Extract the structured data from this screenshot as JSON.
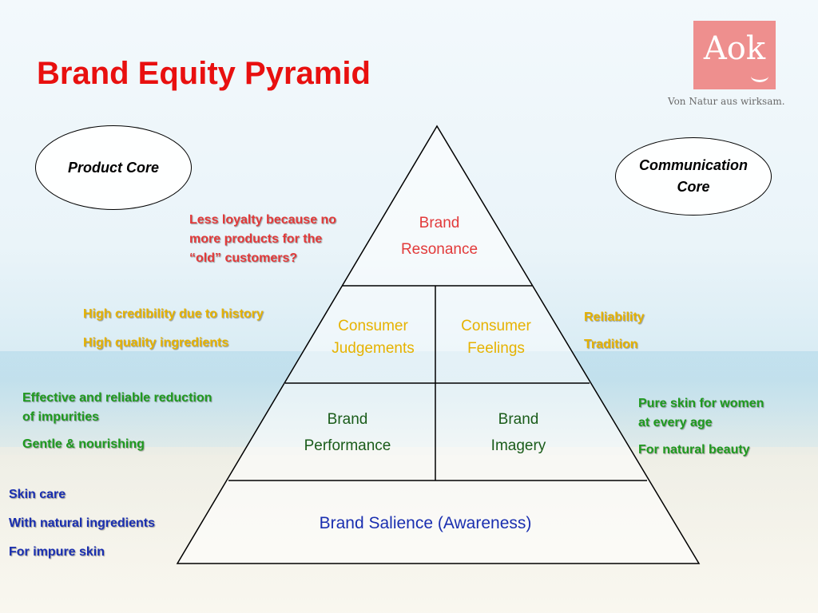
{
  "slide": {
    "title": "Brand Equity Pyramid",
    "logo": {
      "text": "Aok",
      "tagline": "Von Natur aus wirksam."
    },
    "ellipses": {
      "product_core": "Product Core",
      "communication_core_line1": "Communication",
      "communication_core_line2": "Core"
    },
    "pyramid": {
      "resonance": [
        "Brand",
        "Resonance"
      ],
      "judgements": [
        "Consumer",
        "Judgements"
      ],
      "feelings": [
        "Consumer",
        "Feelings"
      ],
      "performance": [
        "Brand",
        "Performance"
      ],
      "imagery": [
        "Brand",
        "Imagery"
      ],
      "salience": "Brand Salience (Awareness)"
    },
    "annotations": {
      "resonance_note": [
        "Less loyalty because no",
        "more products for the",
        "“old” customers?"
      ],
      "judgements_note": [
        "High credibility due to history",
        "High quality ingredients"
      ],
      "feelings_note": [
        "Reliability",
        "Tradition"
      ],
      "performance_note": [
        "Effective and reliable reduction",
        "of impurities",
        "Gentle & nourishing"
      ],
      "imagery_note": [
        "Pure skin for women",
        "at every age",
        "For natural beauty"
      ],
      "salience_note": [
        "Skin care",
        "With natural ingredients",
        "For impure skin"
      ]
    },
    "colors": {
      "title": "#e8100f",
      "logo_bg": "#ee8f8e",
      "resonance_text": "#e23a3a",
      "middle_text": "#e6b200",
      "lower_text": "#1a5c1a",
      "salience_text": "#1a2fb0"
    }
  }
}
